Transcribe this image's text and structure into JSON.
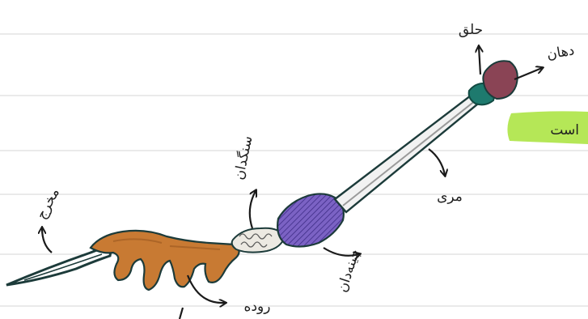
{
  "diagram": {
    "subject": "digestive system sketch",
    "labels": {
      "mouth": "دهان",
      "pharynx": "حلق",
      "esophagus": "مری",
      "crop": "چینه‌دان",
      "gizzard": "سنگدان",
      "intestine": "روده",
      "cloaca": "مخرج"
    },
    "margin_note": "است",
    "colors": {
      "paper": "#ffffff",
      "ruled_line": "#d6d6d6",
      "ink": "#1c3b3a",
      "intestine": "#c87a33",
      "crop": "#6a4fb0",
      "mouth": "#8a4455",
      "pharynx": "#1e7a6e",
      "highlighter": "#a8e33a"
    }
  }
}
